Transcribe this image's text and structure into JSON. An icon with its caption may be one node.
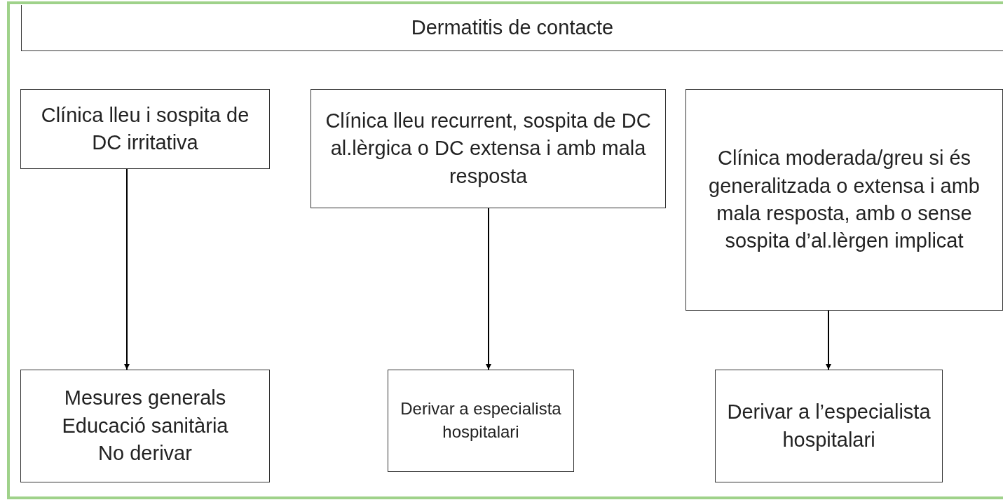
{
  "diagram": {
    "nodes": [
      {
        "text": [
          "Dermatitis de contacte"
        ]
      },
      {
        "text": [
          "Clínica lleu i sospita de DC irritativa"
        ]
      },
      {
        "text": [
          "Clínica lleu recurrent, sospita de DC al.lèrgica o DC extensa i amb mala resposta"
        ]
      },
      {
        "text": [
          "Clínica moderada/greu si és generalitzada o extensa i amb mala resposta, amb o sense sospita d’al.lèrgen implicat"
        ]
      },
      {
        "text": [
          "Mesures generals",
          "Educació sanitària",
          "No derivar"
        ]
      },
      {
        "text": [
          "Derivar a especialista hospitalari"
        ]
      },
      {
        "text": [
          "Derivar a l’especialista hospitalari"
        ]
      }
    ],
    "edges": [
      {
        "from": 1,
        "to": 4,
        "arrow": "to"
      },
      {
        "from": 2,
        "to": 5,
        "arrow": "to"
      },
      {
        "from": 3,
        "to": 6,
        "arrow": "to"
      }
    ]
  }
}
